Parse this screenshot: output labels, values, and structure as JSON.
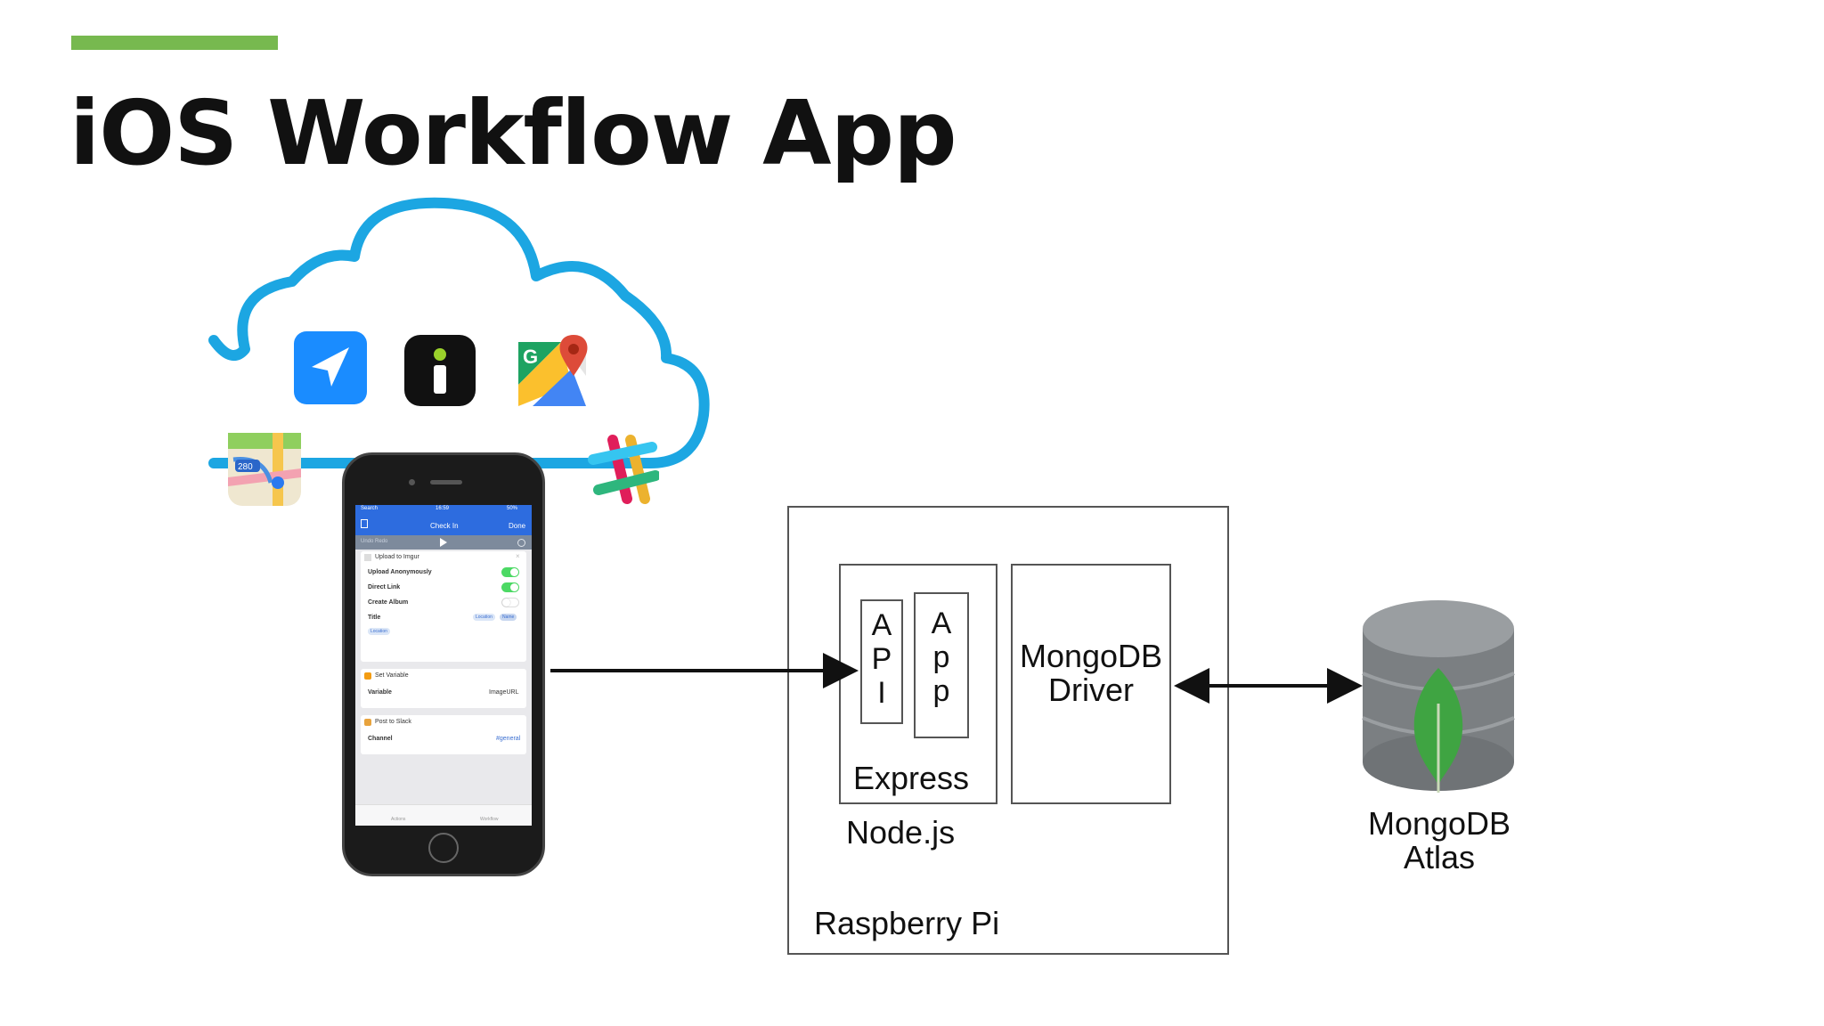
{
  "slide": {
    "title": "iOS Workflow App",
    "accent_color": "#77b94f"
  },
  "cloud": {
    "color": "#1ca6e2",
    "icons": [
      "navigation-arrow-icon",
      "info-app-icon",
      "google-maps-icon",
      "apple-maps-icon",
      "slack-icon"
    ]
  },
  "phone": {
    "status": {
      "left": "Search",
      "time": "16:59",
      "right": "50%"
    },
    "nav": {
      "left_icon": "share-icon",
      "title": "Check In",
      "right": "Done"
    },
    "toolbar": {
      "left": "Undo   Redo"
    },
    "actions": [
      {
        "title": "Upload to Imgur",
        "rows": [
          {
            "label": "Upload Anonymously",
            "toggle": "on"
          },
          {
            "label": "Direct Link",
            "toggle": "on"
          },
          {
            "label": "Create Album",
            "toggle": "off"
          },
          {
            "label": "Title",
            "chip": "Location",
            "chip2": "Name"
          }
        ],
        "extra_chip": "Location"
      },
      {
        "title": "Set Variable",
        "row_label": "Variable",
        "row_value": "ImageURL"
      },
      {
        "title": "Post to Slack",
        "row_label": "Channel",
        "row_value": "#general"
      }
    ],
    "tabbar": [
      "Actions",
      "Workflow"
    ]
  },
  "diagram": {
    "api_letters": [
      "A",
      "P",
      "I"
    ],
    "app_letters": [
      "A",
      "p",
      "p"
    ],
    "express_label": "Express",
    "driver_label_line1": "MongoDB",
    "driver_label_line2": "Driver",
    "nodejs_label": "Node.js",
    "pi_label": "Raspberry Pi",
    "atlas_label_line1": "MongoDB",
    "atlas_label_line2": "Atlas",
    "db_color": "#7b7f82",
    "leaf_color": "#3fa442"
  }
}
